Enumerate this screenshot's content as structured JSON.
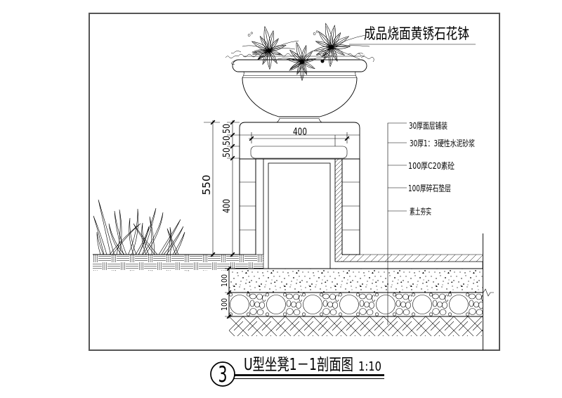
{
  "drawing": {
    "detail_number": "3",
    "title": "U型坐凳1－1剖面图",
    "scale": "1:10"
  },
  "annotations": {
    "planter_callout": "成品烧面黄锈石花钵",
    "layers": [
      {
        "label": "30厚面层铺装"
      },
      {
        "label": "30厚1：3硬性水泥砂浆"
      },
      {
        "label": "100厚C20素砼"
      },
      {
        "label": "100厚碎石垫层"
      },
      {
        "label": "素土夯实"
      }
    ]
  },
  "dimensions": {
    "overall_height": "550",
    "cap_courses": [
      "50",
      "50",
      "50"
    ],
    "wall_height": "400",
    "cap_width": "400",
    "subbase_courses": [
      "100",
      "100"
    ]
  },
  "symbols": {
    "detail_marker": "circled-number",
    "dimension_tick": "oblique-slash",
    "break_line": "zigzag"
  },
  "colors": {
    "linework": "#000000",
    "border": "#555555",
    "paper": "#ffffff"
  }
}
